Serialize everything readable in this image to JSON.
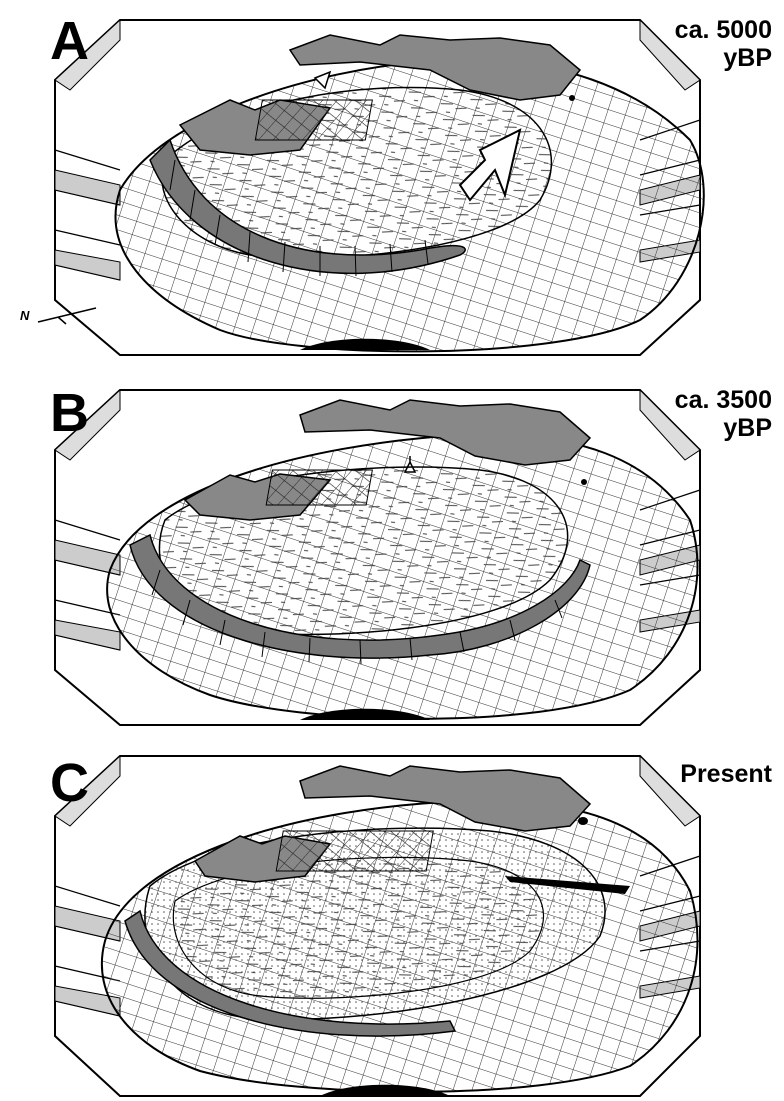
{
  "panels": [
    {
      "letter": "A",
      "age_line1": "ca. 5000",
      "age_line2": "yBP"
    },
    {
      "letter": "B",
      "age_line1": "ca. 3500",
      "age_line2": "yBP"
    },
    {
      "letter": "C",
      "age_line1": "Present",
      "age_line2": ""
    }
  ],
  "north_label": "N"
}
